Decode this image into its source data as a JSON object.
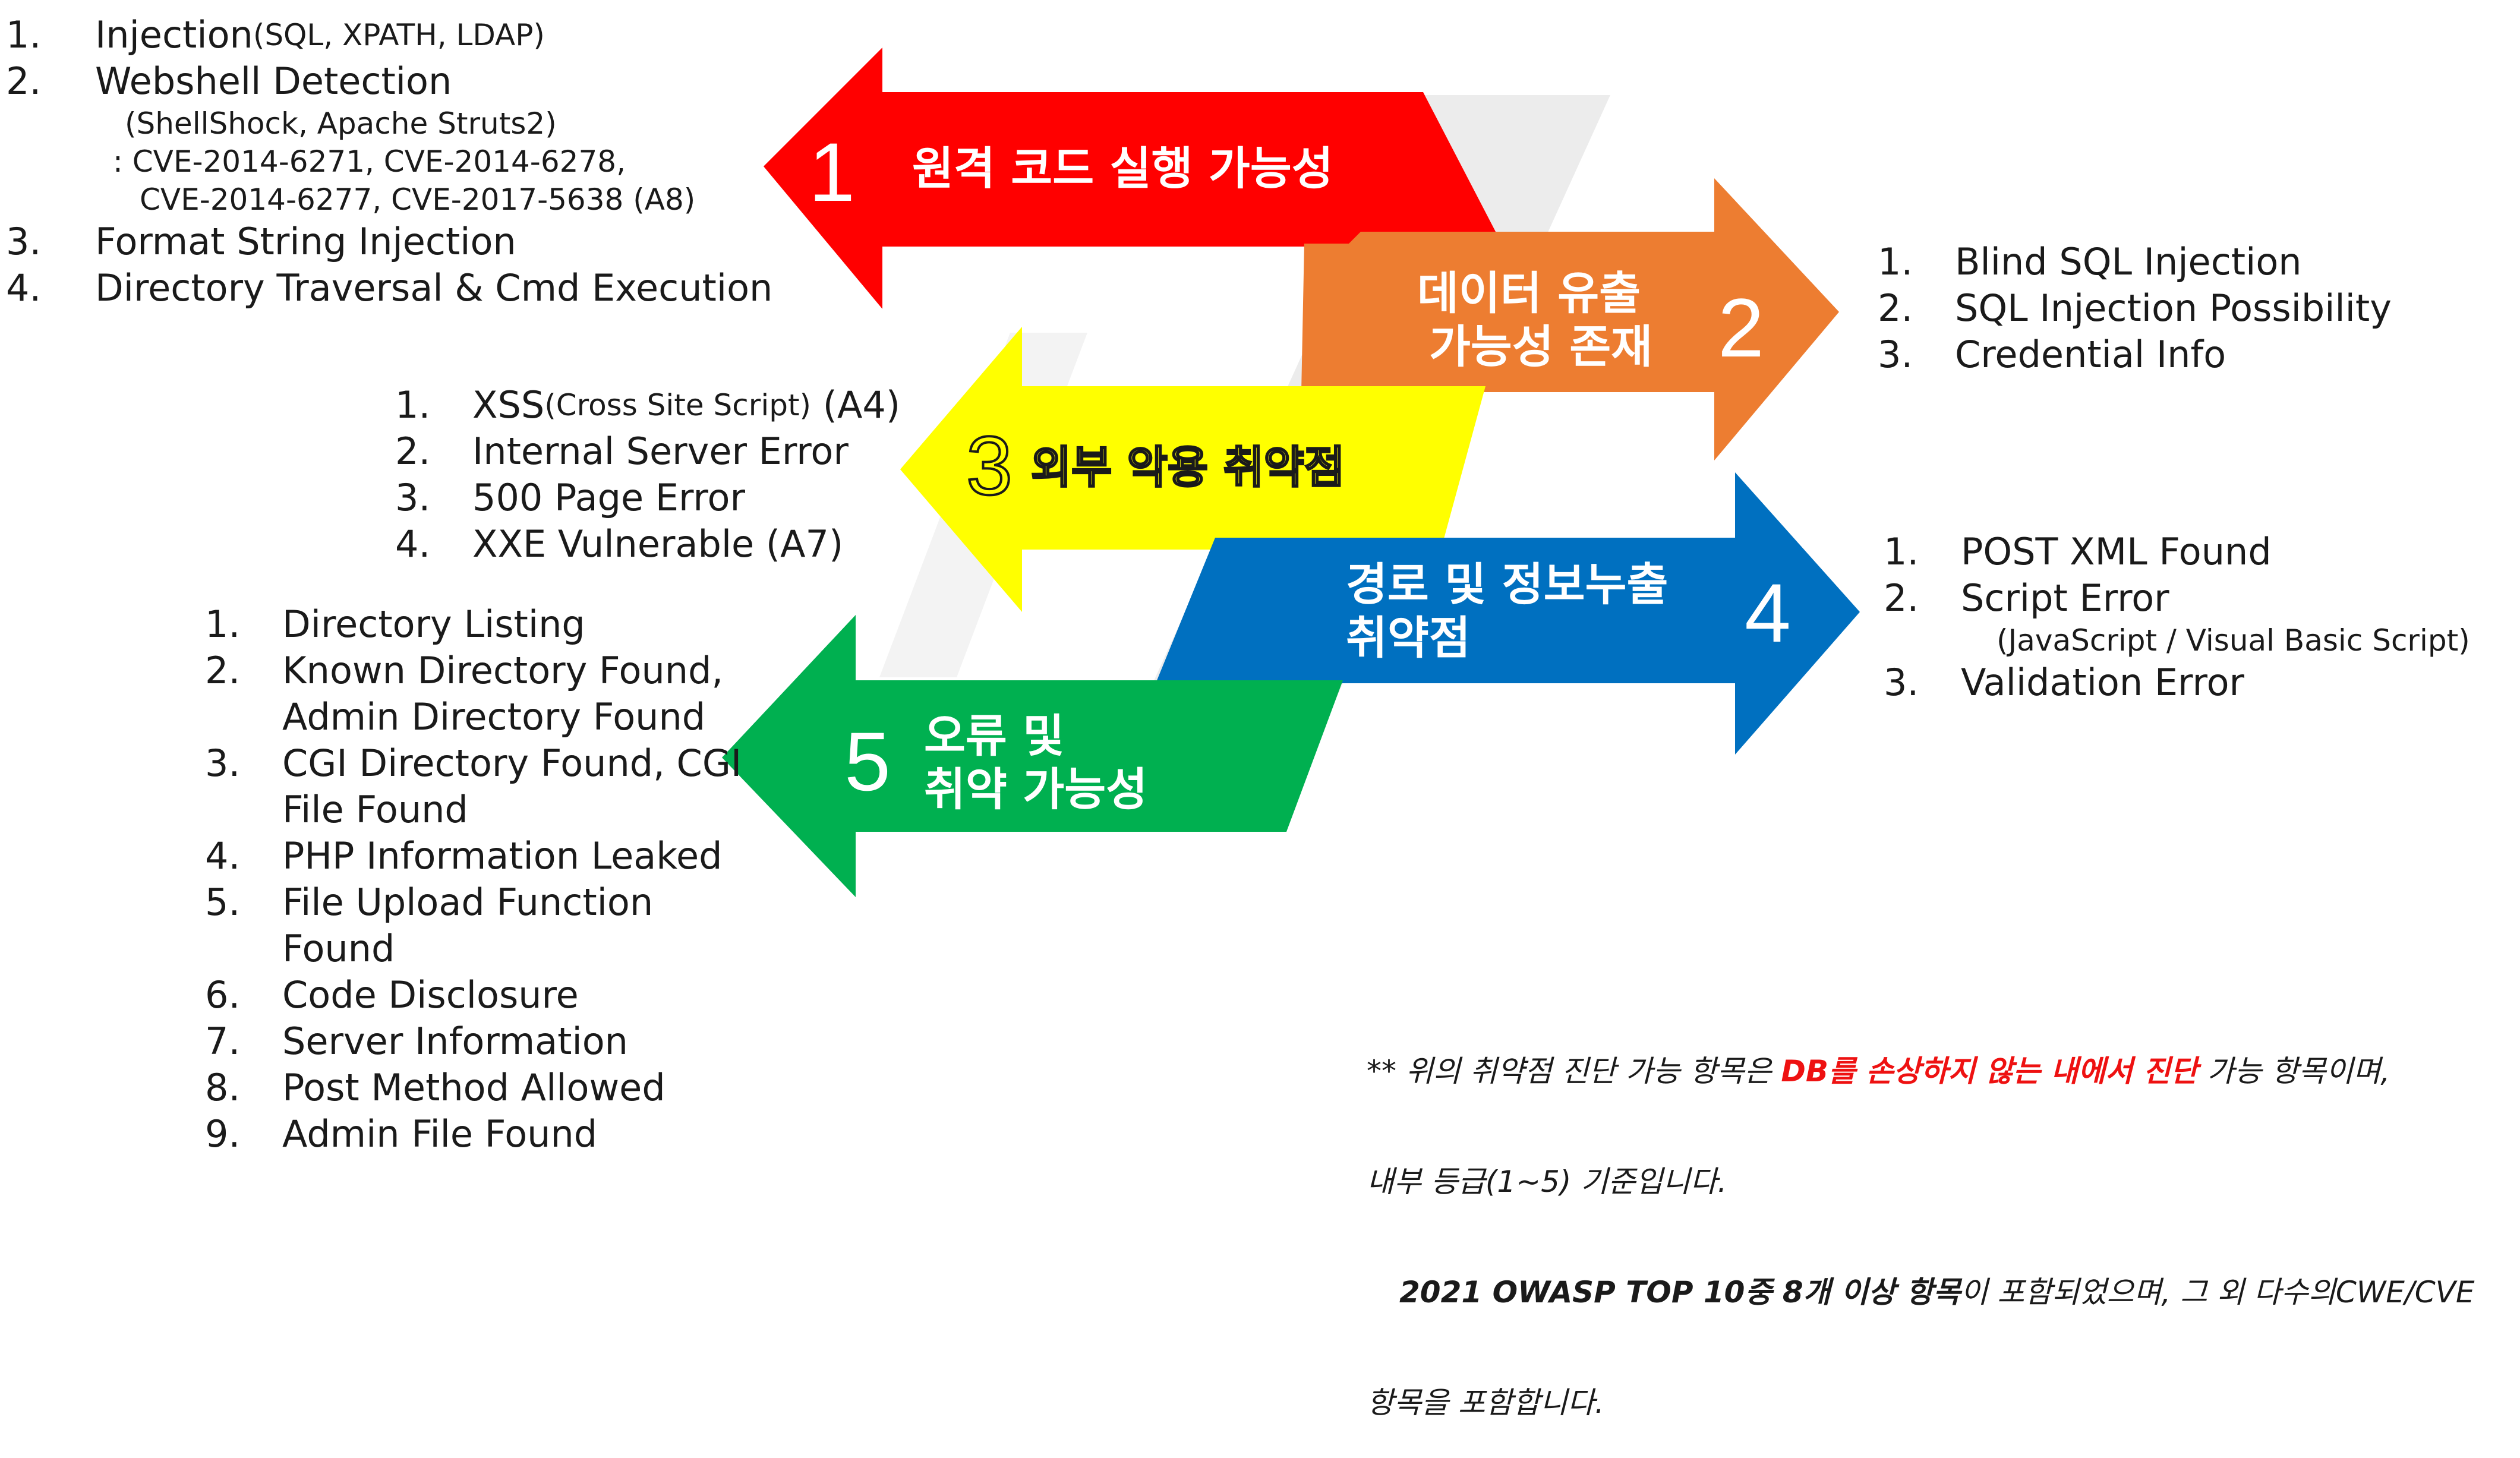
{
  "colors": {
    "arrow1": "#ff0000",
    "arrow2": "#ed7d31",
    "arrow3": "#ffff00",
    "arrow4": "#0070c0",
    "arrow5": "#00b050",
    "band": "#ececec",
    "note_highlight": "#ee1111"
  },
  "arrows": [
    {
      "number": "1",
      "title_lines": [
        "원격 코드 실행 가능성"
      ],
      "direction": "left",
      "color": "#ff0000",
      "text_color": "#ffffff"
    },
    {
      "number": "2",
      "title_lines": [
        "데이터 유출",
        "가능성 존재"
      ],
      "direction": "right",
      "color": "#ed7d31",
      "text_color": "#ffffff"
    },
    {
      "number": "3",
      "title_lines": [
        "외부 악용 취약점"
      ],
      "direction": "left",
      "color": "#ffff00",
      "text_color": "#ffff00",
      "outlined": true
    },
    {
      "number": "4",
      "title_lines": [
        "경로 및 정보누출",
        "취약점"
      ],
      "direction": "right",
      "color": "#0070c0",
      "text_color": "#ffffff"
    },
    {
      "number": "5",
      "title_lines": [
        "오류 및",
        "취약 가능성"
      ],
      "direction": "left",
      "color": "#00b050",
      "text_color": "#ffffff"
    }
  ],
  "list1": {
    "n1": "1.",
    "t1": "Injection",
    "t1_small": "(SQL, XPATH, LDAP)",
    "n2": "2.",
    "t2": "Webshell Detection",
    "t2_a": "(ShellShock, Apache Struts2)",
    "t2_b": ": CVE-2014-6271, CVE-2014-6278,",
    "t2_c": "CVE-2014-6277, CVE-2017-5638 (A8)",
    "n3": "3.",
    "t3": "Format String Injection",
    "n4": "4.",
    "t4": "Directory Traversal & Cmd Execution"
  },
  "list2": {
    "n1": "1.",
    "t1": "Blind SQL Injection",
    "n2": "2.",
    "t2": "SQL Injection Possibility",
    "n3": "3.",
    "t3": "Credential Info"
  },
  "list3": {
    "n1": "1.",
    "t1": "XSS",
    "t1_small": "(Cross Site Script)",
    "t1_tail": " (A4)",
    "n2": "2.",
    "t2": "Internal Server Error",
    "n3": "3.",
    "t3": "500 Page Error",
    "n4": "4.",
    "t4": "XXE Vulnerable (A7)"
  },
  "list4": {
    "n1": "1.",
    "t1": "POST XML Found",
    "n2": "2.",
    "t2": "Script Error",
    "t2_sub": "(JavaScript / Visual Basic Script)",
    "n3": "3.",
    "t3": "Validation Error"
  },
  "list5": {
    "n1": "1.",
    "t1": "Directory Listing",
    "n2": "2.",
    "t2a": "Known Directory Found,",
    "t2b": "Admin Directory Found",
    "n3": "3.",
    "t3a": "CGI Directory Found, CGI",
    "t3b": "File Found",
    "n4": "4.",
    "t4": "PHP Information Leaked",
    "n5": "5.",
    "t5a": "File Upload Function",
    "t5b": "Found",
    "n6": "6.",
    "t6": "Code Disclosure",
    "n7": "7.",
    "t7": "Server Information",
    "n8": "8.",
    "t8": "Post Method Allowed",
    "n9": "9.",
    "t9": "Admin File Found"
  },
  "note": {
    "l1_a": "** 위의 취약점 진단 가능 항목은 ",
    "l1_red": "DB를 손상하지 않는 내에서 진단",
    "l1_b": " 가능 항목이며,",
    "l2": "내부 등급(1~5) 기준입니다.",
    "l3_bold": "2021 OWASP TOP 10중 8개 이상 항목",
    "l3_b": "이 포함되었으며, 그 외 다수의CWE/CVE",
    "l4": "항목을 포함합니다."
  }
}
